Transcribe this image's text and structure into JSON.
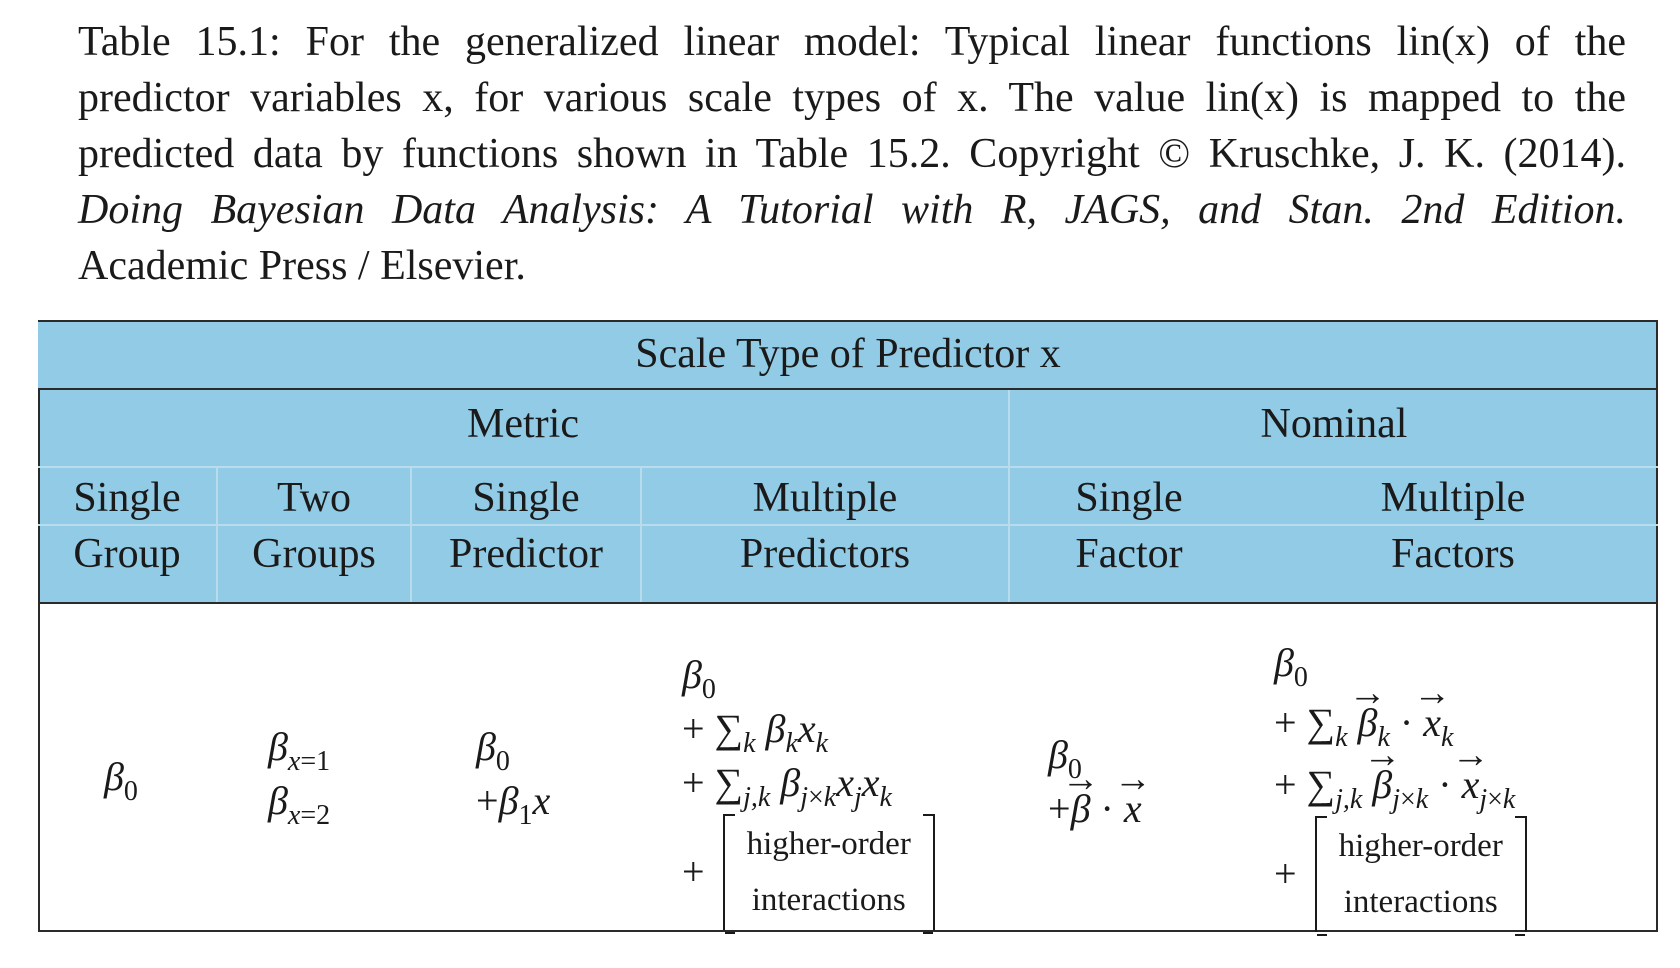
{
  "caption": {
    "lines": [
      "Table 15.1: For the generalized linear model: Typical linear functions lin(x) of the",
      "predictor variables x, for various scale types of x. The value lin(x) is mapped to the",
      "predicted data by functions shown in Table 15.2. Copyright © Kruschke, J. K. (2014).",
      "Doing Bayesian Data Analysis: A Tutorial with R, JAGS, and Stan. 2nd Edition.",
      "Academic Press / Elsevier."
    ]
  },
  "table": {
    "header_top": "Scale Type of Predictor x",
    "groups": {
      "metric": "Metric",
      "nominal": "Nominal"
    },
    "columns": [
      {
        "line1": "Single",
        "line2": "Group"
      },
      {
        "line1": "Two",
        "line2": "Groups"
      },
      {
        "line1": "Single",
        "line2": "Predictor"
      },
      {
        "line1": "Multiple",
        "line2": "Predictors"
      },
      {
        "line1": "Single",
        "line2": "Factor"
      },
      {
        "line1": "Multiple",
        "line2": "Factors"
      }
    ],
    "body": {
      "higher_order_1": "higher-order",
      "higher_order_2": "interactions"
    }
  },
  "colors": {
    "header_fill": "#92cbe5",
    "rule": "#2a2a2a"
  }
}
